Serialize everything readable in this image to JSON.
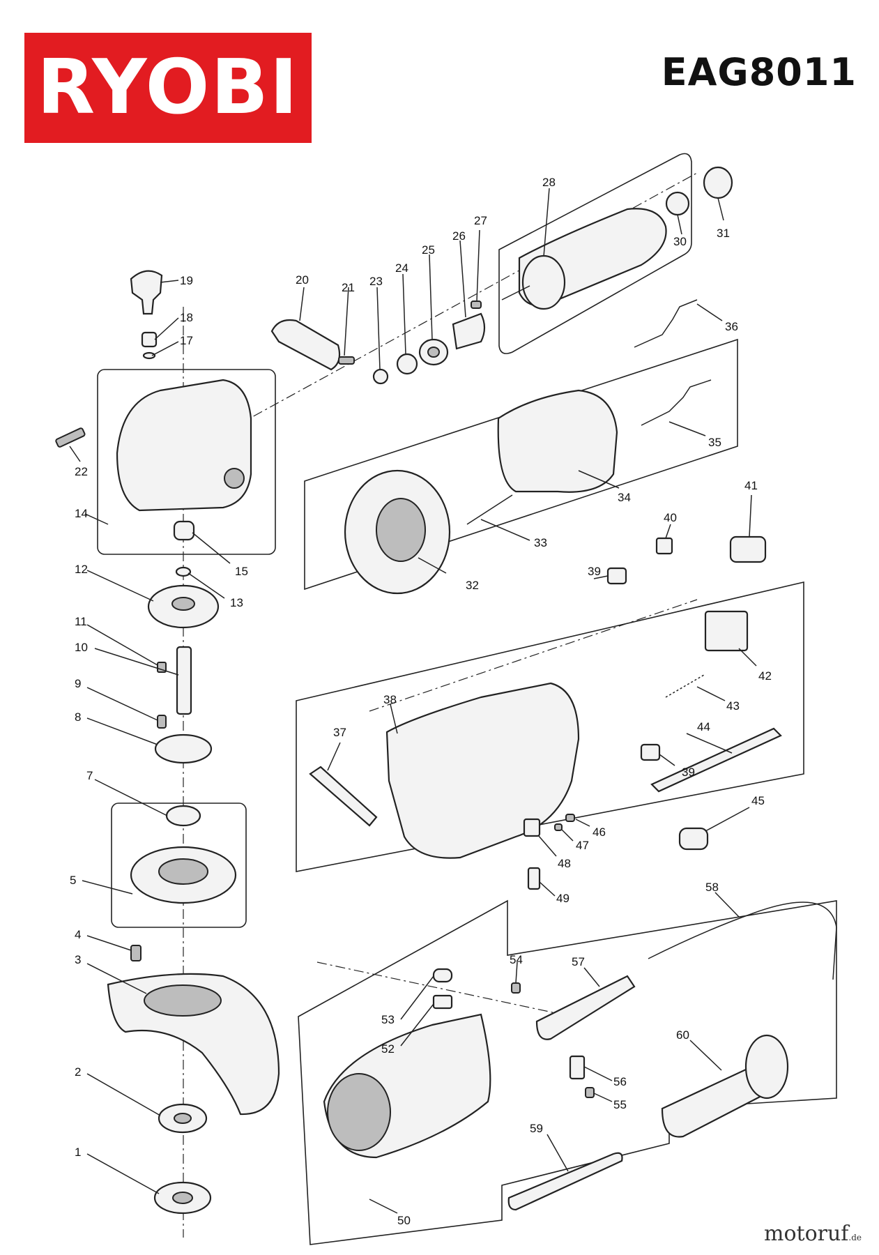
{
  "brand": {
    "name": "RYOBI",
    "color": "#e21c21"
  },
  "model": "EAG8011",
  "watermark": {
    "name": "motoruf",
    "tld": ".de"
  },
  "parts": [
    {
      "n": "1"
    },
    {
      "n": "2"
    },
    {
      "n": "3"
    },
    {
      "n": "4"
    },
    {
      "n": "5"
    },
    {
      "n": "7"
    },
    {
      "n": "8"
    },
    {
      "n": "9"
    },
    {
      "n": "10"
    },
    {
      "n": "11"
    },
    {
      "n": "12"
    },
    {
      "n": "13"
    },
    {
      "n": "14"
    },
    {
      "n": "15"
    },
    {
      "n": "17"
    },
    {
      "n": "18"
    },
    {
      "n": "19"
    },
    {
      "n": "20"
    },
    {
      "n": "21"
    },
    {
      "n": "22"
    },
    {
      "n": "23"
    },
    {
      "n": "24"
    },
    {
      "n": "25"
    },
    {
      "n": "26"
    },
    {
      "n": "27"
    },
    {
      "n": "28"
    },
    {
      "n": "30"
    },
    {
      "n": "31"
    },
    {
      "n": "32"
    },
    {
      "n": "33"
    },
    {
      "n": "34"
    },
    {
      "n": "35"
    },
    {
      "n": "36"
    },
    {
      "n": "37"
    },
    {
      "n": "38"
    },
    {
      "n": "39",
      "instance": "upper"
    },
    {
      "n": "39",
      "instance": "lower"
    },
    {
      "n": "40"
    },
    {
      "n": "41"
    },
    {
      "n": "42"
    },
    {
      "n": "43"
    },
    {
      "n": "44"
    },
    {
      "n": "45"
    },
    {
      "n": "46"
    },
    {
      "n": "47"
    },
    {
      "n": "48"
    },
    {
      "n": "49"
    },
    {
      "n": "50"
    },
    {
      "n": "52"
    },
    {
      "n": "53"
    },
    {
      "n": "54"
    },
    {
      "n": "55"
    },
    {
      "n": "56"
    },
    {
      "n": "57"
    },
    {
      "n": "58"
    },
    {
      "n": "59"
    },
    {
      "n": "60"
    }
  ]
}
